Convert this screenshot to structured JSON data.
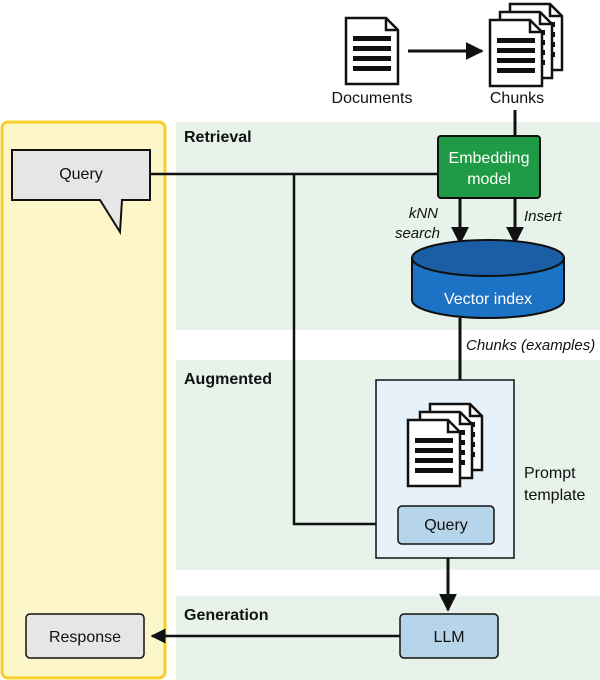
{
  "nodes": {
    "documents": "Documents",
    "chunks": "Chunks",
    "embedding_model": [
      "Embedding",
      "model"
    ],
    "vector_index": "Vector index",
    "query_bubble": "Query",
    "prompt_query": "Query",
    "prompt_template": [
      "Prompt",
      "template"
    ],
    "llm": "LLM",
    "response": "Response"
  },
  "sections": {
    "retrieval": "Retrieval",
    "augmented": "Augmented",
    "generation": "Generation"
  },
  "edge_labels": {
    "knn_search": [
      "kNN",
      "search"
    ],
    "insert": "Insert",
    "chunks_examples": "Chunks (examples)"
  },
  "colors": {
    "section_bg": "#e6f2ea",
    "user_panel_bg": "#fdf6c8",
    "user_panel_border": "#f3d02c",
    "embedding_fill": "#1f9b45",
    "vector_fill": "#1c72c4",
    "vector_top": "#1a5fa6",
    "prompt_bg": "#e6f1fa",
    "node_blue": "#b6d4ea",
    "node_gray": "#e6e6e6"
  }
}
